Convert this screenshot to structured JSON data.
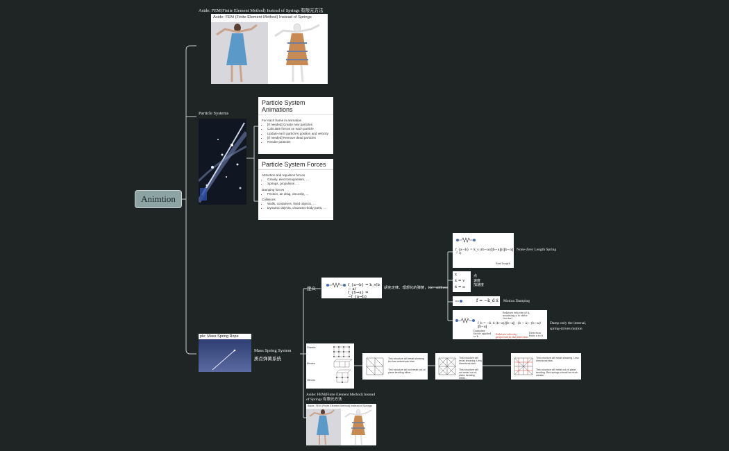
{
  "root": {
    "label": "Animtion"
  },
  "branches": {
    "fem": {
      "label": "Aside: FEM(Finite Element Method) Instead of Springs 有限元方法",
      "slide_title": "Aside: FEM (Finite Element Method) Instead of Springs"
    },
    "particle": {
      "label": "Particle Systems",
      "animations": {
        "title": "Particle System Animations",
        "intro": "For each frame in animation",
        "items": [
          "[If needed] Create new particles",
          "Calculate forces on each particle",
          "Update each particle's position and velocity",
          "[If needed] Remove dead particles",
          "Render particles"
        ]
      },
      "forces": {
        "title": "Particle System Forces",
        "g1": "Attraction and repulsion forces",
        "g1_items": [
          "Gravity, electromagnetism, …",
          "Springs, propulsion, …"
        ],
        "g2": "Damping forces",
        "g2_items": [
          "Friction, air drag, viscosity, …"
        ],
        "g3": "Collisions",
        "g3_items": [
          "Walls, containers, fixed objects, …",
          "Dynamic objects, character body parts, …"
        ]
      }
    },
    "mass_spring": {
      "image_caption": "ple: Mass Spring Rope",
      "label_line1": "Mass Spring System",
      "label_line2": "质点弹簧系统",
      "define_label": "定义",
      "define_note": "胡克定律、理想化的弹簧，Ks：stiffness",
      "define_formula_1": "f_{a→b} = k_s(b − a)",
      "define_formula_2": "f_{b→a} = −f_{a→b}",
      "nonzero_label": "None-Zero Length Spring",
      "nonzero_rest": "Rest length",
      "nonzero_formula": "f_{a→b} = k_s ((b−a)/‖b−a‖)(‖b−a‖ − l)",
      "dot_x": "x",
      "dot_v": "ẋ = v",
      "dot_a": "ẍ = a",
      "dot_label_1": "点",
      "dot_label_2": "速度",
      "dot_label_3": "加速度",
      "damping_label": "Motion Damping",
      "damping_formula": "f = −k_d ẋ",
      "internal_label_1": "Damp only the internal,",
      "internal_label_2": "spring-driven motion",
      "internal_rel": "Relative velocity of b, assuming a is static (vector)",
      "internal_dir": "Direction from a to b",
      "internal_coef": "Damping factor applied to b",
      "internal_proj": "Relative velocity projected to the direction from a to b (scalar)",
      "internal_formula": "f_b = −k_d (b−a)/‖b−a‖ · (ḃ − ȧ) · (b−a)/‖b−a‖",
      "structures": {
        "sheets": "Sheets",
        "blocks": "Blocks",
        "others": "Others"
      },
      "sheet_notes": [
        [
          "This structure will resist shearing but has anisotropic bias",
          "This structure will not resist out-of-plane bending either..."
        ],
        [
          "This structure will resist shearing. Less directional bias.",
          "This structure will not resist out-of-plane bending either..."
        ],
        [
          "This structure will resist shearing. Less directional bias.",
          "This structure will resist out-of-plane bending. Red springs should be much weaker"
        ]
      ],
      "fem2_label_1": "Aside: FEM(Finite Element Method) Instead",
      "fem2_label_2": "of Springs 有限元方法",
      "fem2_slide_title": "Aside: FEM (Finite Element Method) Instead of Springs"
    }
  },
  "colors": {
    "background": "#1f2424",
    "root_fill": "#8ea3a3",
    "line": "#c9cfcf"
  }
}
